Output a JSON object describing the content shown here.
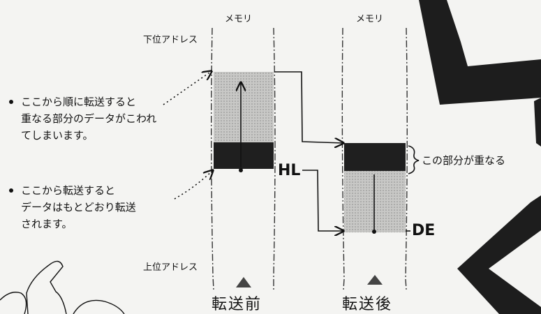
{
  "columns": {
    "before": {
      "header": "メモリ",
      "footer": "転送前"
    },
    "after": {
      "header": "メモリ",
      "footer": "転送後"
    }
  },
  "address_labels": {
    "low": "下位アドレス",
    "high": "上位アドレス"
  },
  "notes": {
    "top": [
      "ここから順に転送すると",
      "重なる部分のデータがこわれ",
      "てしまいます。"
    ],
    "bottom": [
      "ここから転送すると",
      "データはもとどおり転送",
      "されます。"
    ]
  },
  "registers": {
    "source": "HL",
    "destination": "DE"
  },
  "overlap_note": "この部分が重なる",
  "colors": {
    "ink": "#111111",
    "shade": "#bdbdbd",
    "dark": "#1f1f1f",
    "paper": "#f4f4f2"
  }
}
